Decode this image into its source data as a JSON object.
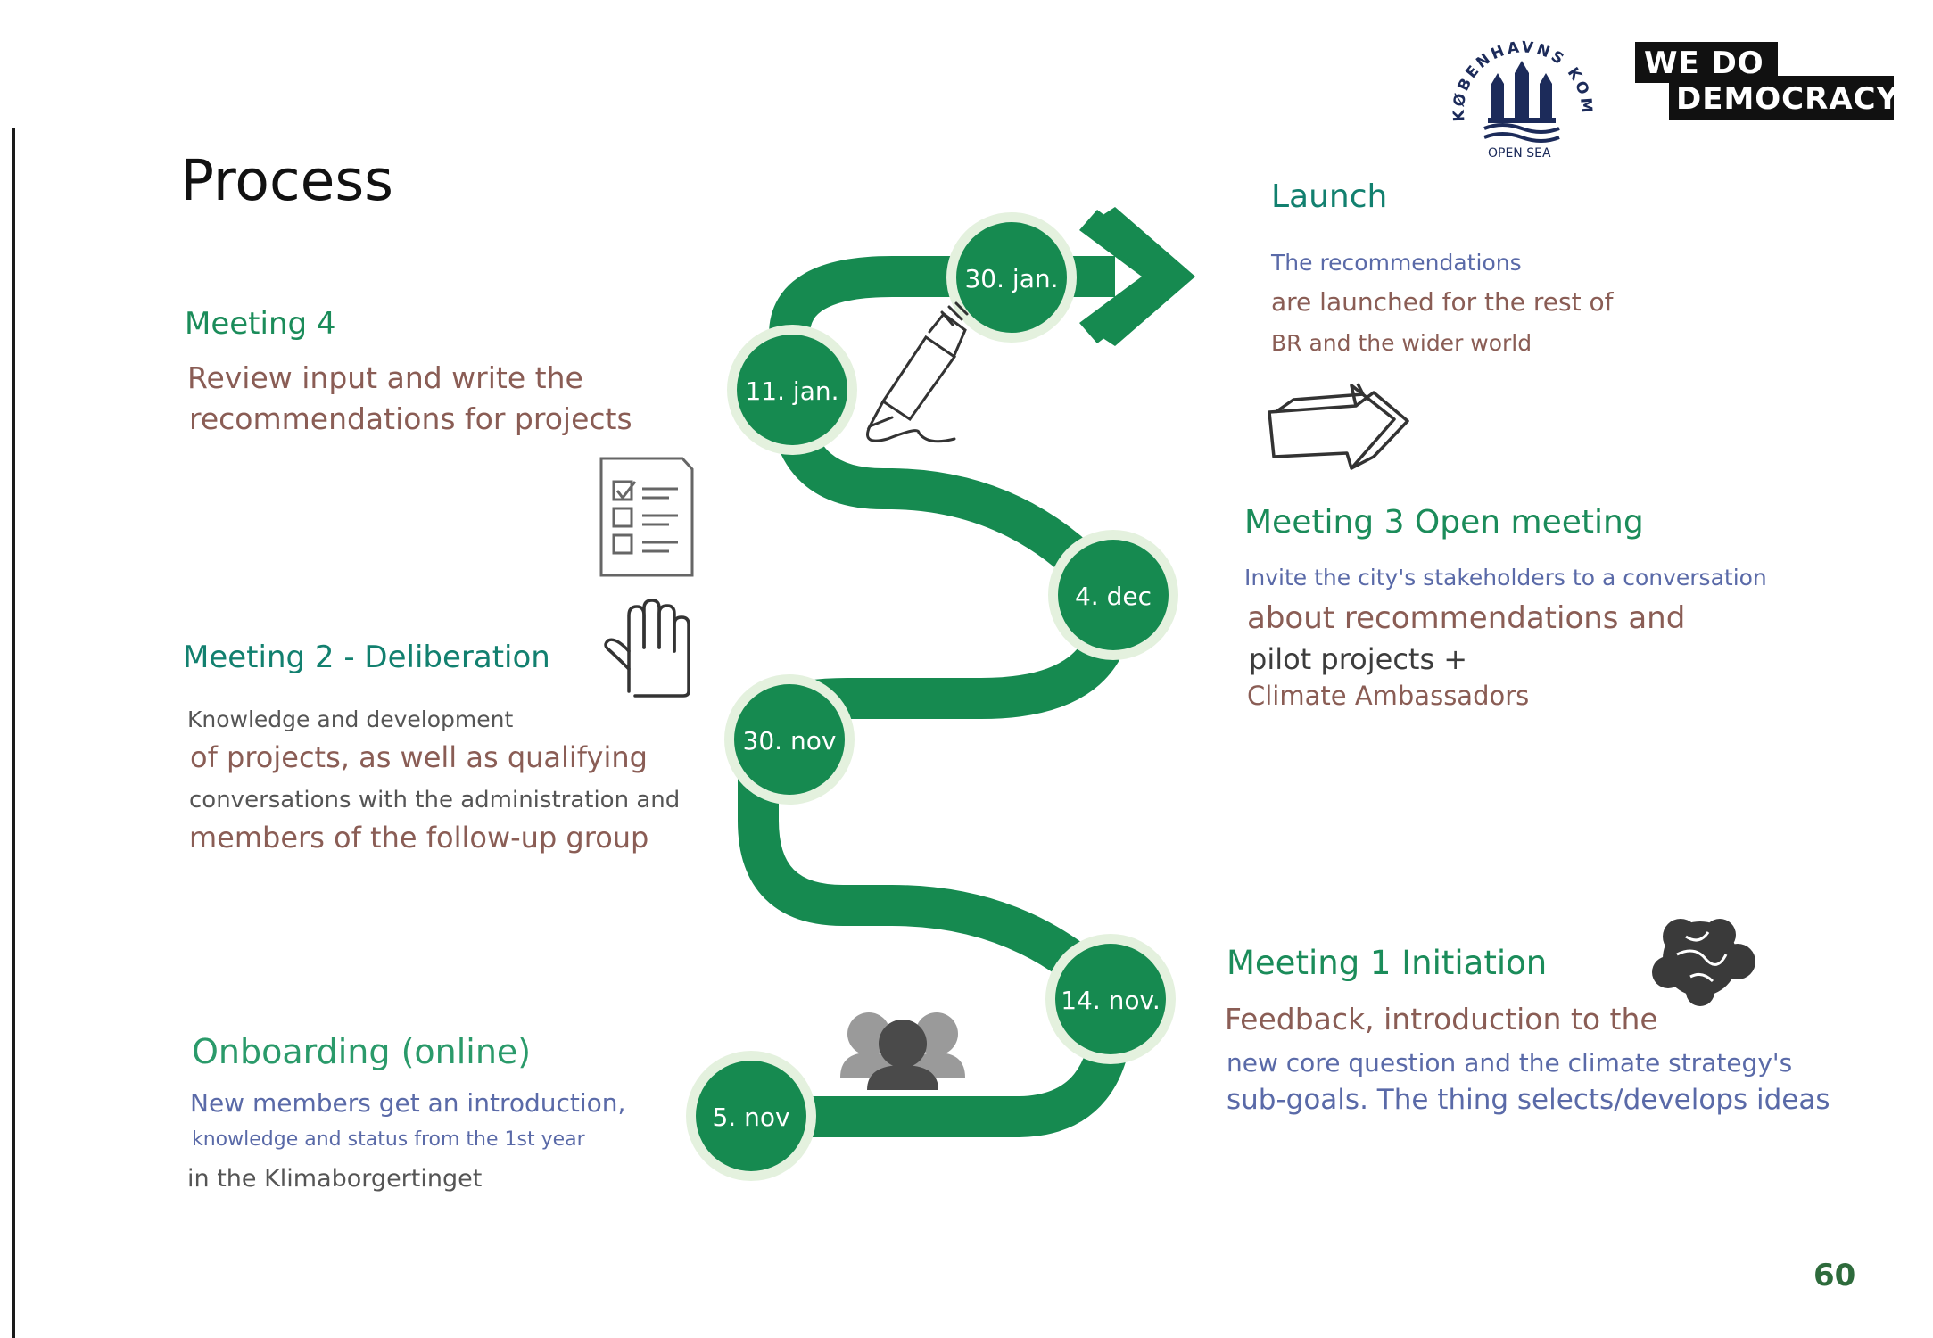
{
  "title": "Process",
  "page_number": "60",
  "logos": {
    "wedodemocracy_line1": "WE DO",
    "wedodemocracy_line2": "DEMOCRACY",
    "kommune_arc": "KØBENHAVNS KOMMUNE",
    "kommune_ribbon": "OPEN SEA"
  },
  "colors": {
    "path_green": "#168a50",
    "node_ring": "#e4f1de",
    "heading_green": "#1b8c5a",
    "body_brown": "#8a5d55",
    "body_blue": "#5a6aa8"
  },
  "milestones": [
    {
      "date": "30. jan."
    },
    {
      "date": "11. jan."
    },
    {
      "date": "4. dec"
    },
    {
      "date": "30. nov"
    },
    {
      "date": "14. nov."
    },
    {
      "date": "5. nov"
    }
  ],
  "launch": {
    "heading": "Launch",
    "line1": "The recommendations",
    "line2": "are launched for the rest of",
    "line3": "BR and the wider world"
  },
  "meeting4": {
    "heading": "Meeting 4",
    "line1": "Review input and write the",
    "line2": "recommendations for projects"
  },
  "meeting3": {
    "heading": "Meeting 3 Open meeting",
    "line1": "Invite the city's stakeholders to a conversation",
    "line2": "about recommendations and",
    "line3": "pilot projects +",
    "line4": " Climate Ambassadors"
  },
  "meeting2": {
    "heading": "Meeting 2 - Deliberation",
    "line1": "Knowledge and development",
    "line2": "of projects, as well as qualifying",
    "line3": "conversations with the administration and",
    "line4": "members of the follow-up group"
  },
  "meeting1": {
    "heading": "Meeting 1 Initiation",
    "line1": "Feedback, introduction to the",
    "line2": "new core question and the climate strategy's",
    "line3": "sub-goals. The thing selects/develops ideas"
  },
  "onboarding": {
    "heading": "Onboarding (online)",
    "line1": "New members get an introduction,",
    "line2": "knowledge and status from the 1st year",
    "line3": " in the Klimaborgertinget"
  },
  "icons": [
    "pen-icon",
    "checklist-icon",
    "hand-icon",
    "arrow-sketch-icon",
    "brain-icon",
    "people-icon"
  ]
}
